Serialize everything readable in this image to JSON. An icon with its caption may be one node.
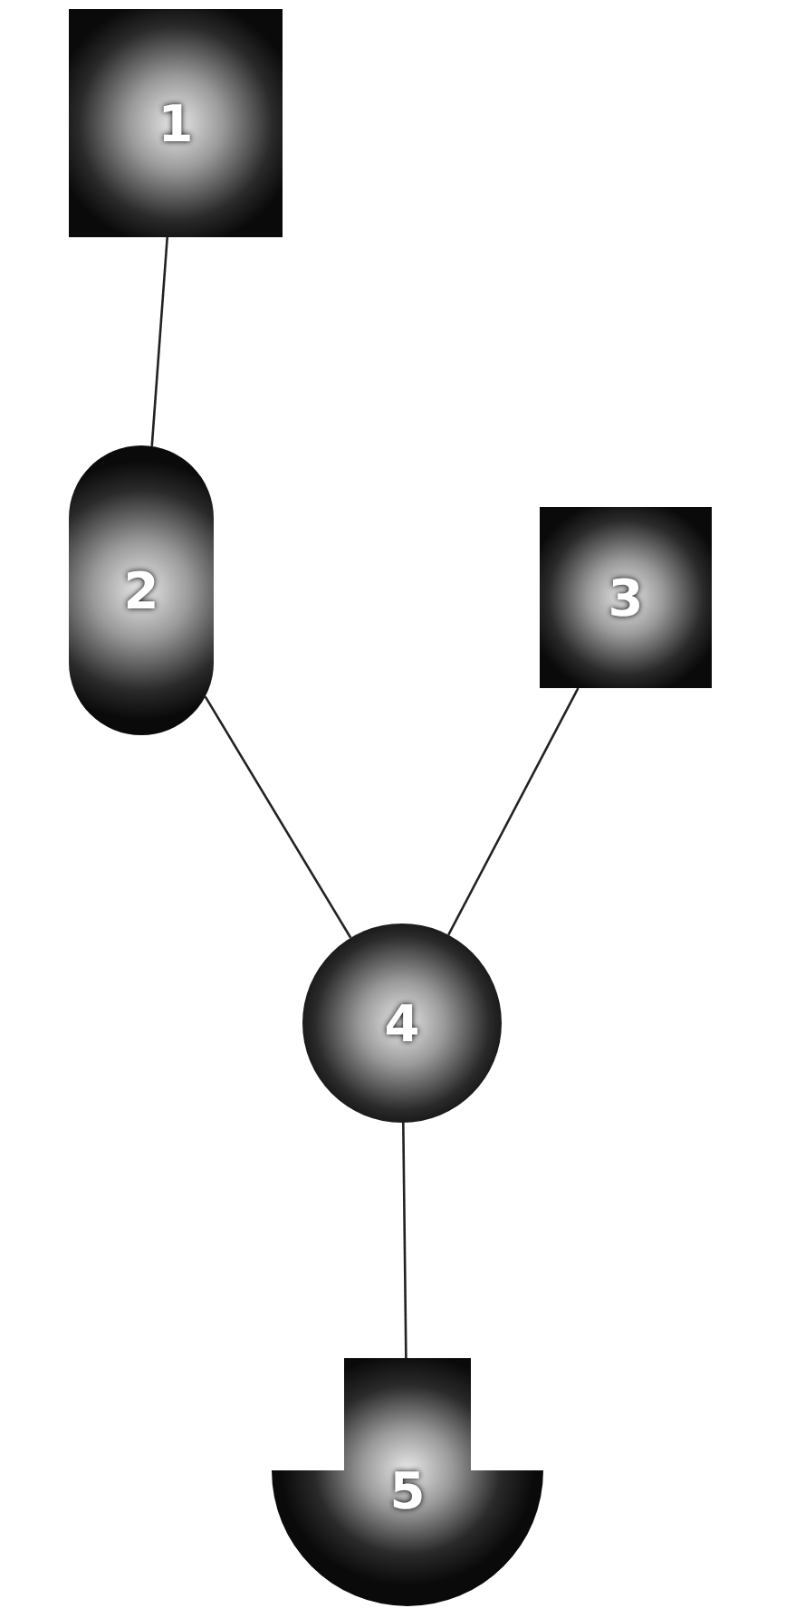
{
  "diagram": {
    "nodes": [
      {
        "text": [
          "1"
        ]
      },
      {
        "text": [
          "2"
        ]
      },
      {
        "text": [
          "3"
        ]
      },
      {
        "text": [
          "4"
        ]
      },
      {
        "text": [
          "5"
        ]
      }
    ],
    "edges": [
      {
        "from": 0,
        "to": 1,
        "arrow": "none"
      },
      {
        "from": 1,
        "to": 3,
        "arrow": "none"
      },
      {
        "from": 2,
        "to": 3,
        "arrow": "none"
      },
      {
        "from": 3,
        "to": 4,
        "arrow": "none"
      }
    ]
  }
}
